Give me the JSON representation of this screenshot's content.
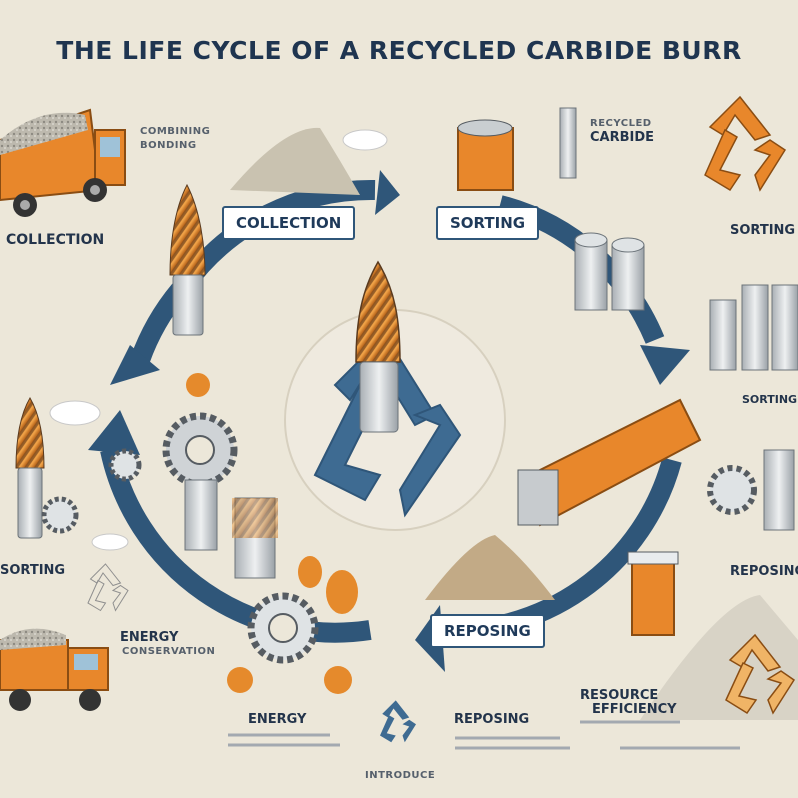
{
  "title": "THE LIFE CYCLE OF A RECYCLED CARBIDE BURR",
  "stages": {
    "collection": "COLLECTION",
    "sorting": "SORTING",
    "reposing": "REPOSING"
  },
  "side_labels": {
    "collection_left": "COLLECTION",
    "sorting_right": "SORTING",
    "sorting_left": "SORTING",
    "reposing_right": "REPOSING",
    "energy_top": "ENERGY",
    "energy_sub": "CONSERVATION",
    "energy_bottom": "ENERGY",
    "reposing_bottom": "REPOSING",
    "resource": "RESOURCE",
    "efficiency": "EFFICIENCY",
    "carbide_top": "RECYCLED",
    "carbide": "CARBIDE",
    "combining": "COMBINING",
    "combining_sub": "BONDING",
    "sorting_right2": "SORTING",
    "footer": "INTRODUCE"
  },
  "colors": {
    "background": "#ece7d9",
    "arrow_blue": "#2f5679",
    "accent_orange": "#e58a2c",
    "steel": "#cfd3d6",
    "text_dark": "#1f3550"
  },
  "icons": [
    "dump-truck-icon",
    "recycle-icon",
    "carbide-burr-icon",
    "gear-icon",
    "leaf-icon",
    "cloud-icon",
    "conveyor-icon"
  ]
}
